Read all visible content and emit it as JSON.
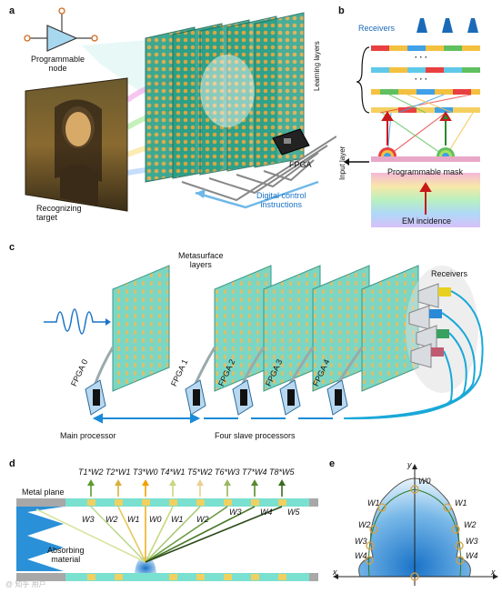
{
  "panels": {
    "a": {
      "letter": "a",
      "programmable_node": "Programmable\nnode",
      "recognizing_target": "Recognizing\ntarget",
      "fpga": "FPGA",
      "digital_control": "Digital control\ninstructions"
    },
    "b": {
      "letter": "b",
      "receivers": "Receivers",
      "learning_layers": "Learning layers",
      "input_layer": "Input layer",
      "programmable_mask": "Programmable mask",
      "em_incidence": "EM incidence",
      "ellipsis": "· · ·"
    },
    "c": {
      "letter": "c",
      "metasurface_layers": "Metasurface\nlayers",
      "receivers": "Receivers",
      "fpga_labels": [
        "FPGA 0",
        "FPGA 1",
        "FPGA 2",
        "FPGA 3",
        "FPGA 4"
      ],
      "main_processor": "Main processor",
      "slave_processors": "Four slave processors"
    },
    "d": {
      "letter": "d",
      "metal_plane": "Metal plane",
      "absorbing_material": "Absorbing\nmaterial",
      "top_labels": [
        "T1*W2",
        "T2*W1",
        "T3*W0",
        "T4*W1",
        "T5*W2",
        "T6*W3",
        "T7*W4",
        "T8*W5"
      ],
      "ray_labels": [
        "W3",
        "W2",
        "W1",
        "W0",
        "W1",
        "W2",
        "W3",
        "W4",
        "W5"
      ]
    },
    "e": {
      "letter": "e",
      "y_axis": "y",
      "x_axis_left": "x",
      "x_axis_right": "x",
      "w_labels": [
        "W0",
        "W1",
        "W2",
        "W3",
        "W4",
        "W1",
        "W2",
        "W3",
        "W4"
      ]
    }
  },
  "watermark": "@ 知乎 用户",
  "colors": {
    "blue_accent": "#1a73c8",
    "teal": "#7fd6c8",
    "gold": "#e0b040",
    "red": "#d42020",
    "green": "#3a8a2a"
  }
}
